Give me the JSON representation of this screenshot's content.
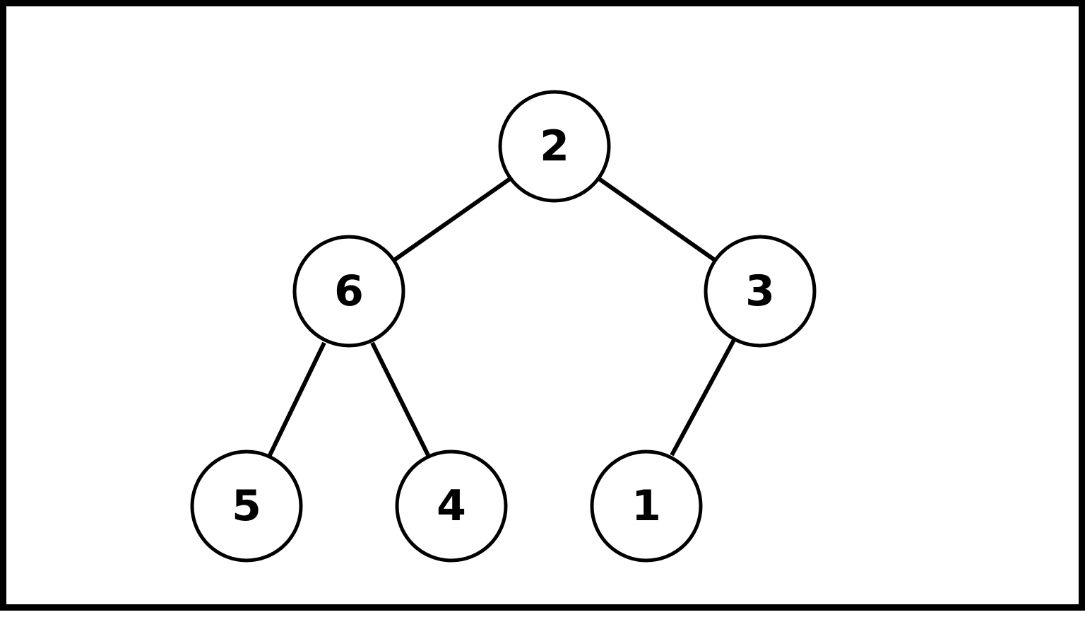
{
  "tree": {
    "nodes": [
      {
        "id": "n2",
        "label": "2"
      },
      {
        "id": "n6",
        "label": "6"
      },
      {
        "id": "n3",
        "label": "3"
      },
      {
        "id": "n5",
        "label": "5"
      },
      {
        "id": "n4",
        "label": "4"
      },
      {
        "id": "n1",
        "label": "1"
      }
    ],
    "edges": [
      {
        "from": "n2",
        "to": "n6"
      },
      {
        "from": "n2",
        "to": "n3"
      },
      {
        "from": "n6",
        "to": "n5"
      },
      {
        "from": "n6",
        "to": "n4"
      },
      {
        "from": "n3",
        "to": "n1"
      }
    ]
  }
}
